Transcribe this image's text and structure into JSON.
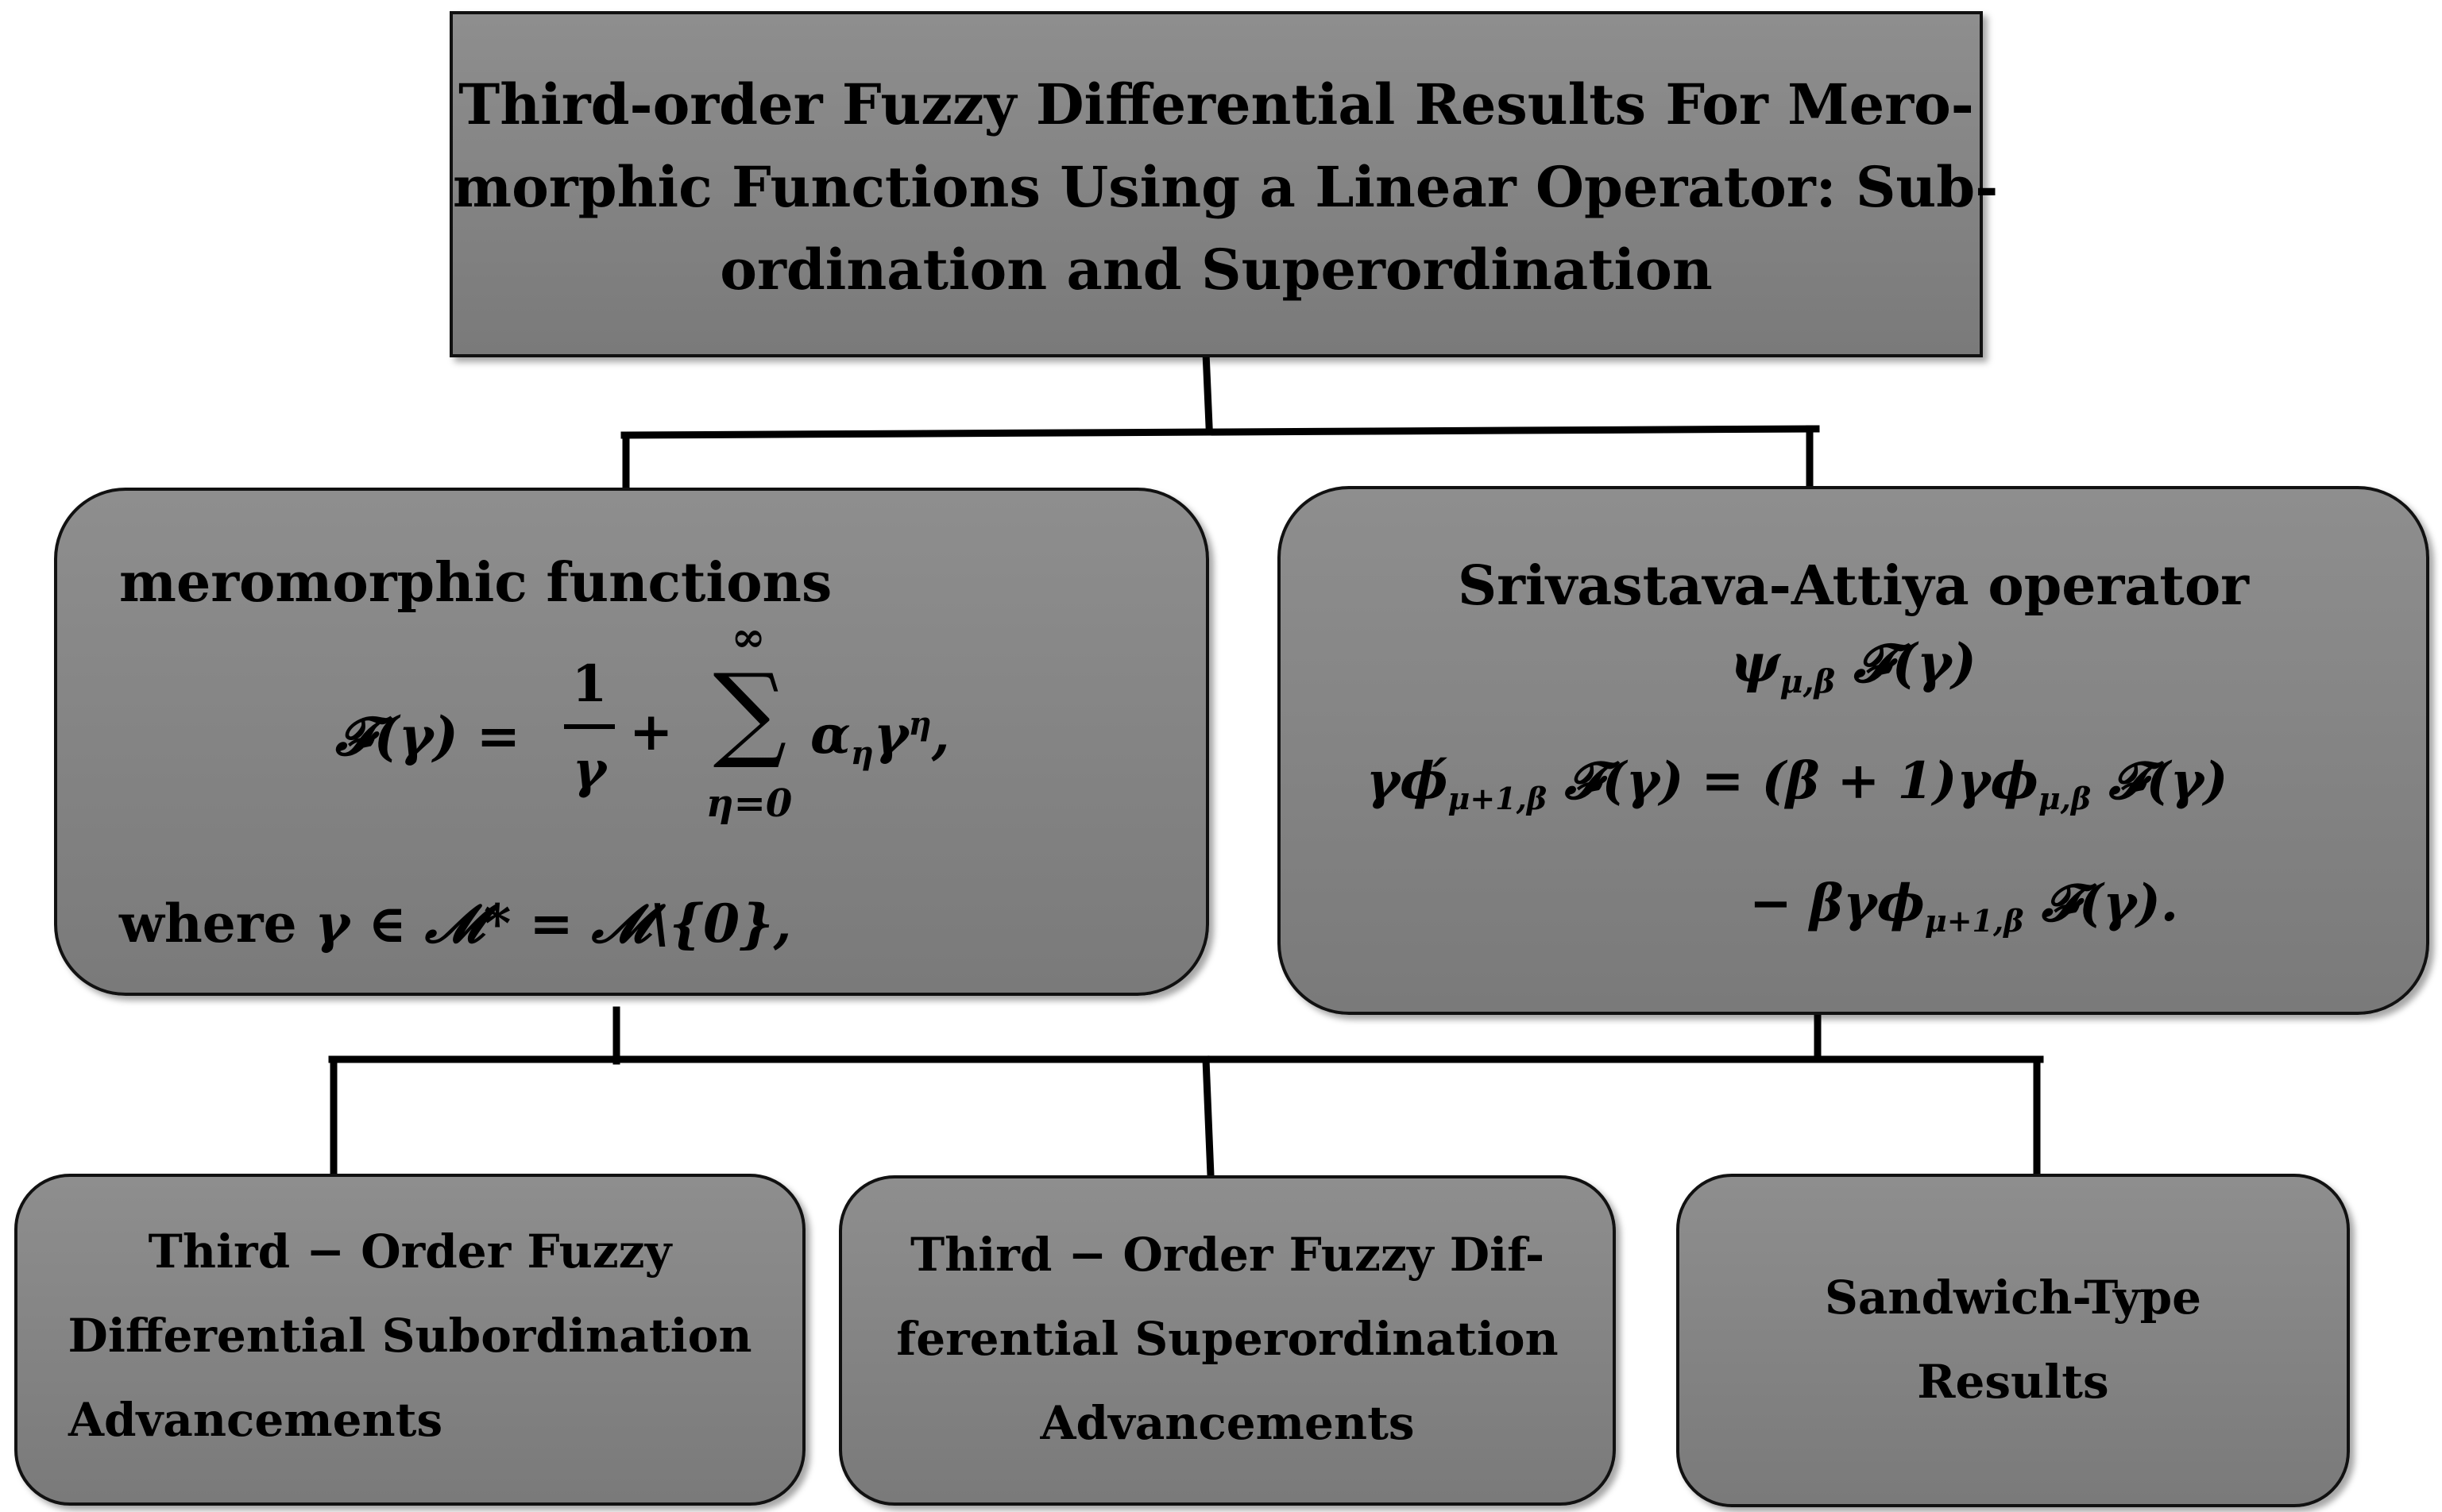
{
  "title": {
    "line1": "Third-order Fuzzy Differential Results For Mero-",
    "line2": "morphic Functions Using a Linear Operator: Sub-",
    "line3": "ordination and Superordination"
  },
  "left_node": {
    "heading": "meromorphic functions",
    "formula_lhs": "𝓕(γ) = ",
    "frac_num": "1",
    "frac_den": "γ",
    "plus": "+",
    "sum_symbol": "∑",
    "sum_upper": "∞",
    "sum_lower": "η=0",
    "sum_term": "α",
    "sum_term_sub": "η",
    "sum_term_tail": "γ",
    "sum_term_sup": "η",
    "sum_comma": ",",
    "where_word": "where",
    "where_expr": "γ ∈ 𝓜* = 𝓜\\{0},"
  },
  "right_node": {
    "heading": "Srivastava-Attiya operator",
    "op_psi": "ψ",
    "op_sub": "μ,β",
    "op_tail": " 𝓕(γ)",
    "eq1_a": "γϕ́",
    "eq1_a_sub": "μ+1,β",
    "eq1_b": " 𝓕(γ) = (β + 1)γϕ",
    "eq1_b_sub": "μ,β",
    "eq1_c": " 𝓕(γ)",
    "eq2_a": "− βγϕ",
    "eq2_a_sub": "μ+1,β",
    "eq2_b": " 𝓕(γ)."
  },
  "bottom_nodes": [
    {
      "line1": "Third − Order Fuzzy",
      "line2": "Differential Subordination",
      "line3": "Advancements"
    },
    {
      "line1": "Third − Order Fuzzy Dif-",
      "line2": "ferential Superordination",
      "line3": "Advancements"
    },
    {
      "line1": "Sandwich-Type",
      "line2": "Results"
    }
  ],
  "colors": {
    "box_fill": "#858585",
    "border": "#111111",
    "connector": "#000000"
  }
}
